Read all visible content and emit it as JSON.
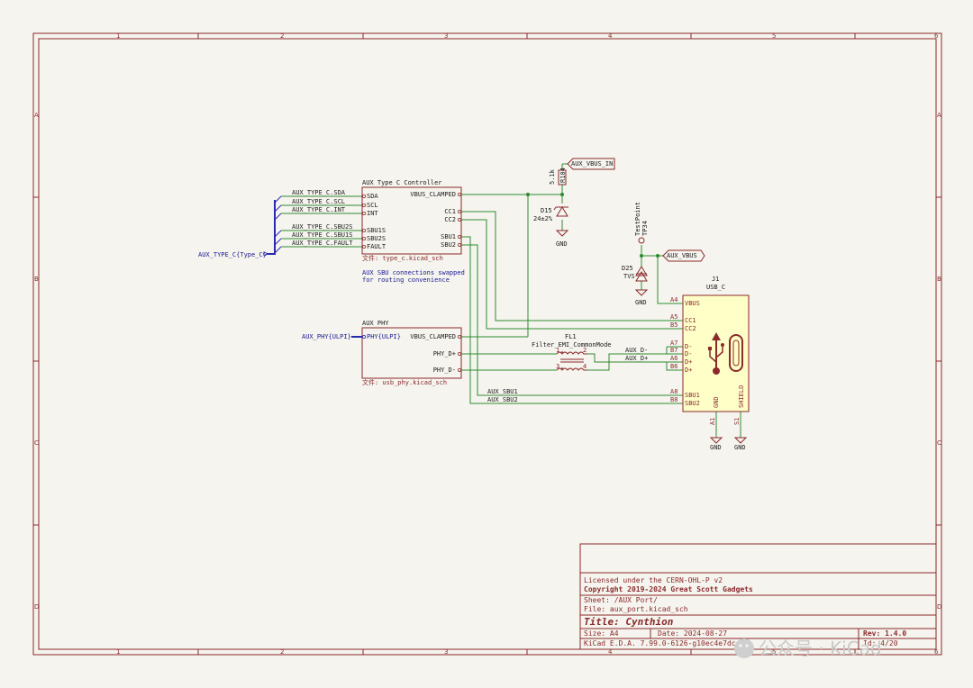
{
  "frame": {
    "columns": [
      "1",
      "2",
      "3",
      "4",
      "5",
      "6"
    ],
    "rows": [
      "A",
      "B",
      "C",
      "D"
    ]
  },
  "sheets": {
    "type_c": {
      "title": "AUX Type C Controller",
      "file": "文件: type_c.kicad_sch",
      "pins_left": [
        "SDA",
        "SCL",
        "INT",
        "SBU1S",
        "SBU2S",
        "FAULT"
      ],
      "pins_right": [
        "VBUS_CLAMPED",
        "CC1",
        "CC2",
        "SBU1",
        "SBU2"
      ],
      "note": [
        "AUX SBU connections swapped",
        "for routing convenience"
      ]
    },
    "phy": {
      "title": "AUX PHY",
      "file": "文件: usb_phy.kicad_sch",
      "pin_left": "PHY{ULPI}",
      "pins_right": [
        "VBUS_CLAMPED",
        "PHY_D+",
        "PHY_D-"
      ]
    }
  },
  "labels": {
    "bus_entries": [
      "AUX_TYPE_C.SDA",
      "AUX_TYPE_C.SCL",
      "AUX_TYPE_C.INT",
      "AUX_TYPE_C.SBU2S",
      "AUX_TYPE_C.SBU1S",
      "AUX_TYPE_C.FAULT"
    ],
    "bus_main": "AUX_TYPE_C{Type_C}",
    "ulpi": "AUX_PHY{ULPI}",
    "aux_vbus_in": "AUX_VBUS_IN",
    "aux_vbus": "AUX_VBUS",
    "aux_d_minus": "AUX_D-",
    "aux_d_plus": "AUX_D+",
    "aux_sbu1": "AUX_SBU1",
    "aux_sbu2": "AUX_SBU2"
  },
  "components": {
    "r_value": "5.1k",
    "r_ref": "R104",
    "d15_ref": "D15",
    "d15_value": "24±2%",
    "d25_ref": "D25",
    "d25_value": "TVS",
    "tp_ref": "TP34",
    "tp_value": "TestPoint",
    "fl_ref": "FL1",
    "fl_value": "Filter_EMI_CommonMode",
    "fl_pins": [
      "1",
      "2",
      "3",
      "4"
    ],
    "gnd": "GND",
    "j1_ref": "J1",
    "j1_value": "USB_C",
    "j1_pins": [
      {
        "num": "A4",
        "name": "VBUS"
      },
      {
        "num": "A5",
        "name": "CC1"
      },
      {
        "num": "B5",
        "name": "CC2"
      },
      {
        "num": "A7",
        "name": "D-"
      },
      {
        "num": "B7",
        "name": "D-"
      },
      {
        "num": "A6",
        "name": "D+"
      },
      {
        "num": "B6",
        "name": "D+"
      },
      {
        "num": "A8",
        "name": "SBU1"
      },
      {
        "num": "B8",
        "name": "SBU2"
      }
    ],
    "j1_bottom": [
      {
        "num": "A1",
        "name": "GND"
      },
      {
        "num": "S1",
        "name": "SHIELD"
      }
    ]
  },
  "title_block": {
    "license": "Licensed under the CERN-OHL-P v2",
    "copyright": "Copyright 2019-2024 Great Scott Gadgets",
    "sheet": "Sheet: /AUX Port/",
    "file": "File: aux_port.kicad_sch",
    "title": "Title: Cynthion",
    "size": "Size: A4",
    "date": "Date: 2024-08-27",
    "rev": "Rev: 1.4.0",
    "tool": "KiCad E.D.A. 7.99.0-6126-g10ec4e7dce",
    "id": "Id: 4/20"
  },
  "watermark": "公众号 · KiCad"
}
